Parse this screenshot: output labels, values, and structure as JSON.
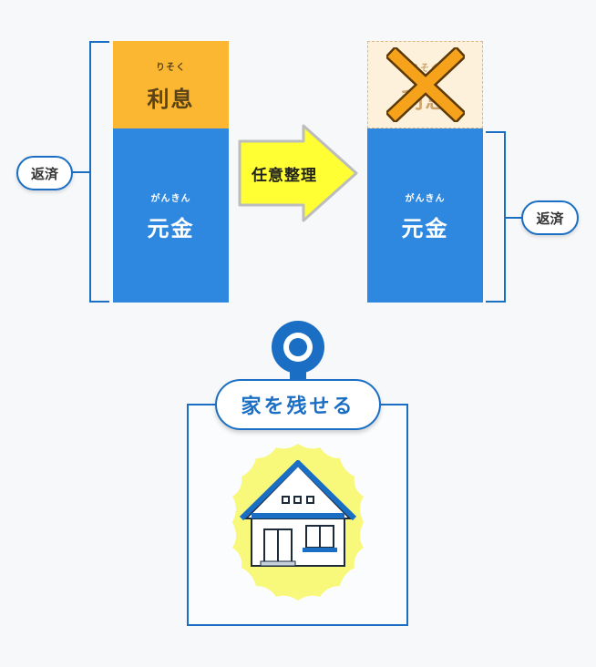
{
  "before": {
    "interest": {
      "ruby": "りそく",
      "label": "利息"
    },
    "principal": {
      "ruby": "がんきん",
      "label": "元金"
    },
    "repay_label": "返済"
  },
  "process": {
    "label": "任意整理"
  },
  "after": {
    "interest": {
      "ruby": "りそく",
      "label": "利息",
      "status": "removed"
    },
    "principal": {
      "ruby": "がんきん",
      "label": "元金"
    },
    "repay_label": "返済"
  },
  "result": {
    "label": "家を残せる",
    "icon": "house-icon"
  },
  "colors": {
    "interest": "#fbb731",
    "principal": "#2f88e0",
    "accent": "#1a6fc4",
    "arrow": "#ffff33",
    "cross": "#f7a21b",
    "badge_bg": "#f8f87a"
  }
}
